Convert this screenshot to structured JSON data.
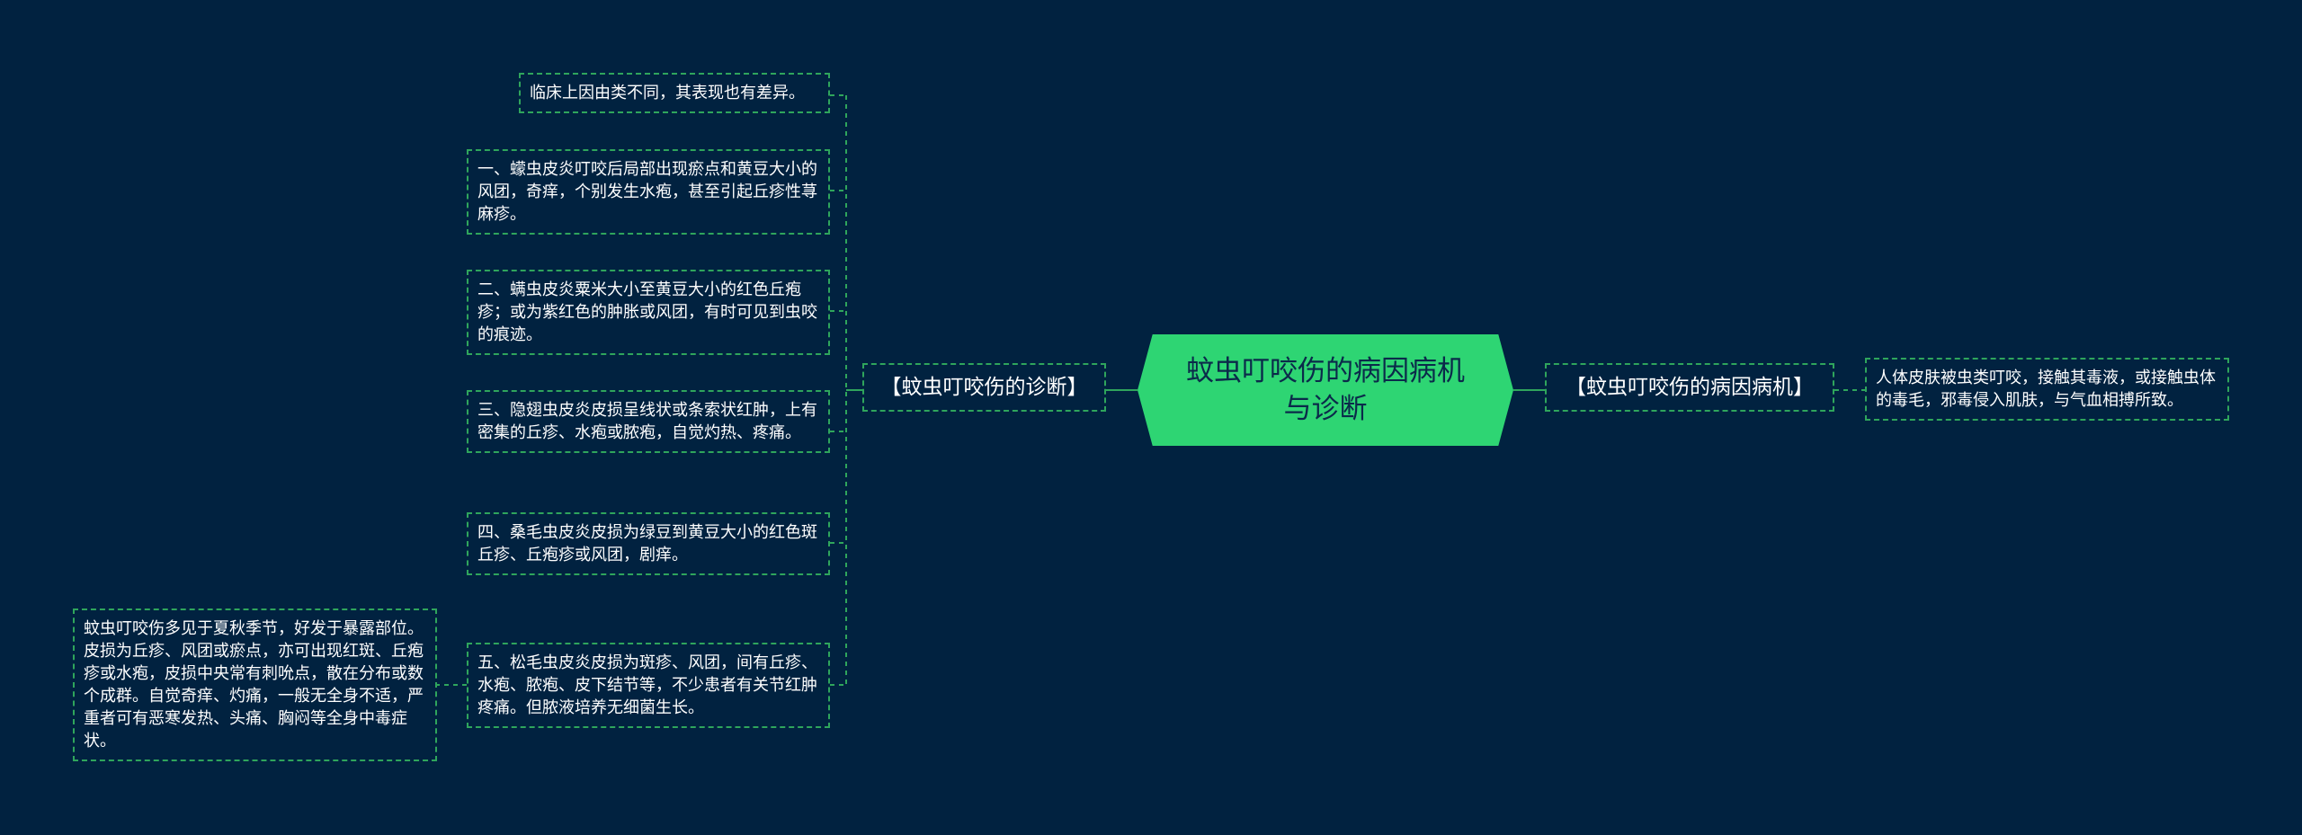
{
  "root": {
    "title": "蚊虫叮咬伤的病因病机与诊断"
  },
  "left_branch": {
    "label": "【蚊虫叮咬伤的诊断】",
    "items": [
      "临床上因由类不同，其表现也有差异。",
      "一、蠓虫皮炎叮咬后局部出现瘀点和黄豆大小的风团，奇痒，个别发生水疱，甚至引起丘疹性荨麻疹。",
      "二、螨虫皮炎粟米大小至黄豆大小的红色丘疱疹；或为紫红色的肿胀或风团，有时可见到虫咬的痕迹。",
      "三、隐翅虫皮炎皮损呈线状或条索状红肿，上有密集的丘疹、水疱或脓疱，自觉灼热、疼痛。",
      "四、桑毛虫皮炎皮损为绿豆到黄豆大小的红色斑丘疹、丘疱疹或风团，剧痒。",
      "五、松毛虫皮炎皮损为斑疹、风团，间有丘疹、水疱、脓疱、皮下结节等，不少患者有关节红肿疼痛。但脓液培养无细菌生长。"
    ],
    "sub_item": "蚊虫叮咬伤多见于夏秋季节，好发于暴露部位。皮损为丘疹、风团或瘀点，亦可出现红斑、丘疱疹或水疱，皮损中央常有刺吮点，散在分布或数个成群。自觉奇痒、灼痛，一般无全身不适，严重者可有恶寒发热、头痛、胸闷等全身中毒症状。"
  },
  "right_branch": {
    "label": "【蚊虫叮咬伤的病因病机】",
    "items": [
      "人体皮肤被虫类叮咬，接触其毒液，或接触虫体的毒毛，邪毒侵入肌肤，与气血相搏所致。"
    ]
  },
  "colors": {
    "background": "#012240",
    "root_fill": "#2ed573",
    "connector": "#2fa55c",
    "text": "#ffffff"
  }
}
